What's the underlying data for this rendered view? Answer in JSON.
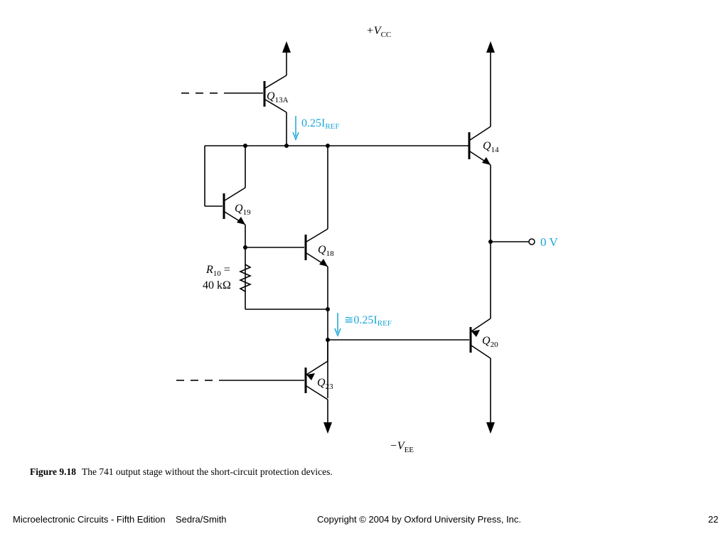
{
  "diagram": {
    "vcc": "+V",
    "vcc_sub": "CC",
    "vee": "−V",
    "vee_sub": "EE",
    "transistors": {
      "q13a": {
        "main": "Q",
        "sub": "13A"
      },
      "q14": {
        "main": "Q",
        "sub": "14"
      },
      "q19": {
        "main": "Q",
        "sub": "19"
      },
      "q18": {
        "main": "Q",
        "sub": "18"
      },
      "q20": {
        "main": "Q",
        "sub": "20"
      },
      "q23": {
        "main": "Q",
        "sub": "23"
      }
    },
    "resistor_label_1": "R",
    "resistor_label_1_sub": "10",
    "resistor_label_1_eq": " =",
    "resistor_label_2": "40 kΩ",
    "current_top": "0.25I",
    "current_top_sub": "REF",
    "current_bottom": "≅0.25I",
    "current_bottom_sub": "REF",
    "output_label": "0 V",
    "colors": {
      "accent": "#1aa6d6",
      "wire": "#000000"
    }
  },
  "caption": {
    "figure_number": "Figure 9.18",
    "text": "The 741 output stage without the short-circuit protection devices."
  },
  "footer": {
    "left": "Microelectronic Circuits - Fifth Edition    Sedra/Smith",
    "center": "Copyright © 2004 by Oxford University Press, Inc.",
    "page": "22"
  }
}
